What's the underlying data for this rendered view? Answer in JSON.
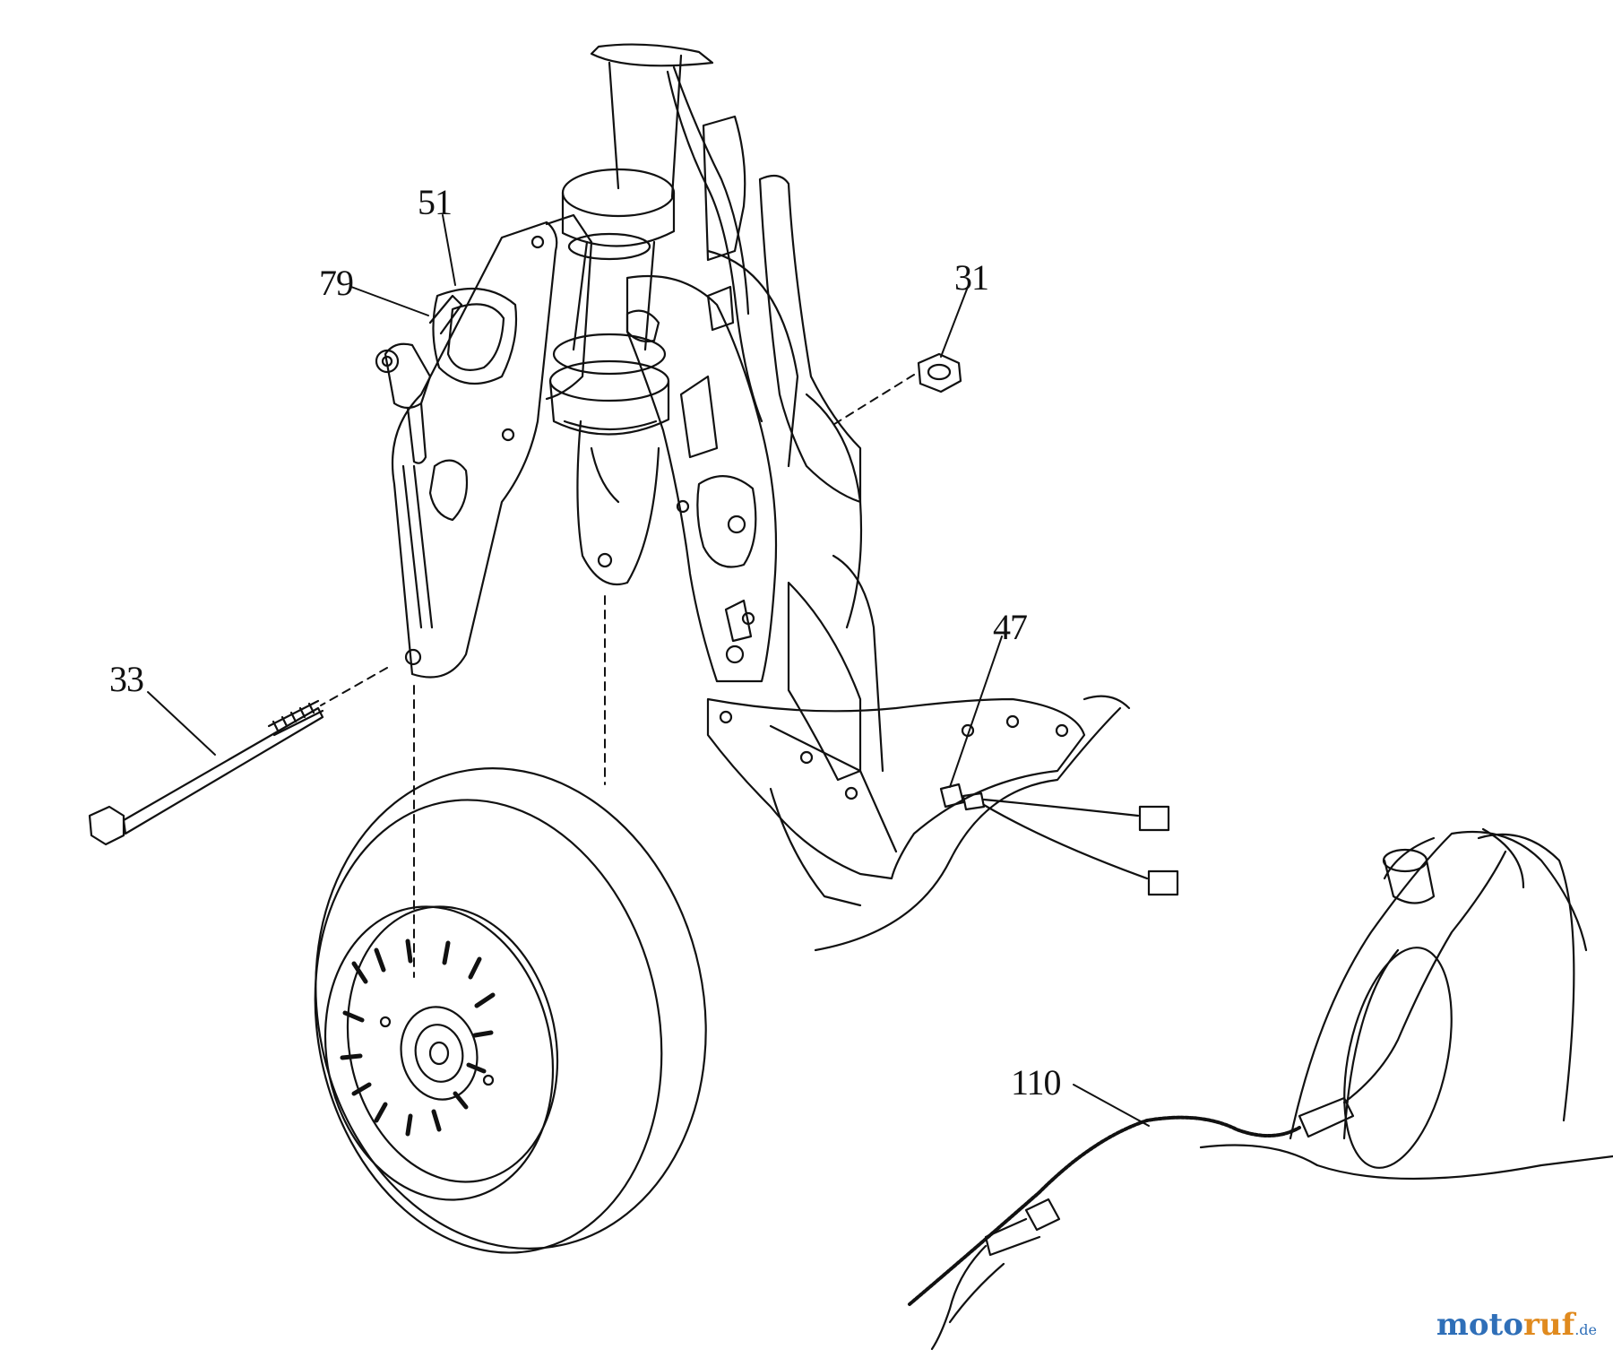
{
  "callouts": {
    "c51": "51",
    "c79": "79",
    "c31": "31",
    "c47": "47",
    "c33": "33",
    "c110": "110"
  },
  "watermark": {
    "part1": "moto",
    "part2": "ruf",
    "part3": ".de"
  },
  "colors": {
    "line": "#111111",
    "watermark_blue": "#2f6fb8",
    "watermark_orange": "#e08a1e"
  }
}
